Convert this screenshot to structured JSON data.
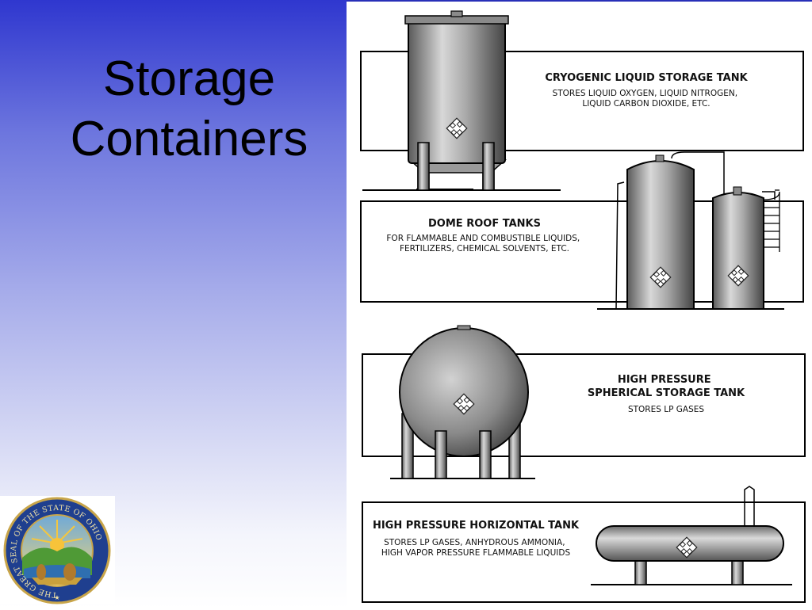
{
  "slide": {
    "title_lines": [
      "Storage",
      "Containers"
    ]
  },
  "seal": {
    "ring_text": "THE GREAT SEAL OF THE STATE OF OHIO"
  },
  "tanks": [
    {
      "title_lines": [
        "CRYOGENIC LIQUID STORAGE TANK"
      ],
      "description_lines": [
        "STORES LIQUID OXYGEN, LIQUID NITROGEN,",
        "LIQUID CARBON DIOXIDE, ETC."
      ]
    },
    {
      "title_lines": [
        "DOME ROOF TANKS"
      ],
      "description_lines": [
        "FOR FLAMMABLE AND COMBUSTIBLE LIQUIDS,",
        "FERTILIZERS, CHEMICAL SOLVENTS, ETC."
      ]
    },
    {
      "title_lines": [
        "HIGH PRESSURE",
        "SPHERICAL STORAGE TANK"
      ],
      "description_lines": [
        "STORES LP GASES"
      ]
    },
    {
      "title_lines": [
        "HIGH PRESSURE HORIZONTAL TANK"
      ],
      "description_lines": [
        "STORES LP GASES, ANHYDROUS AMMONIA,",
        "HIGH VAPOR PRESSURE FLAMMABLE LIQUIDS"
      ]
    }
  ],
  "colors": {
    "gradient_top": "#2f37cf",
    "tank_gray": "#8c8c8c",
    "outline": "#000000"
  }
}
